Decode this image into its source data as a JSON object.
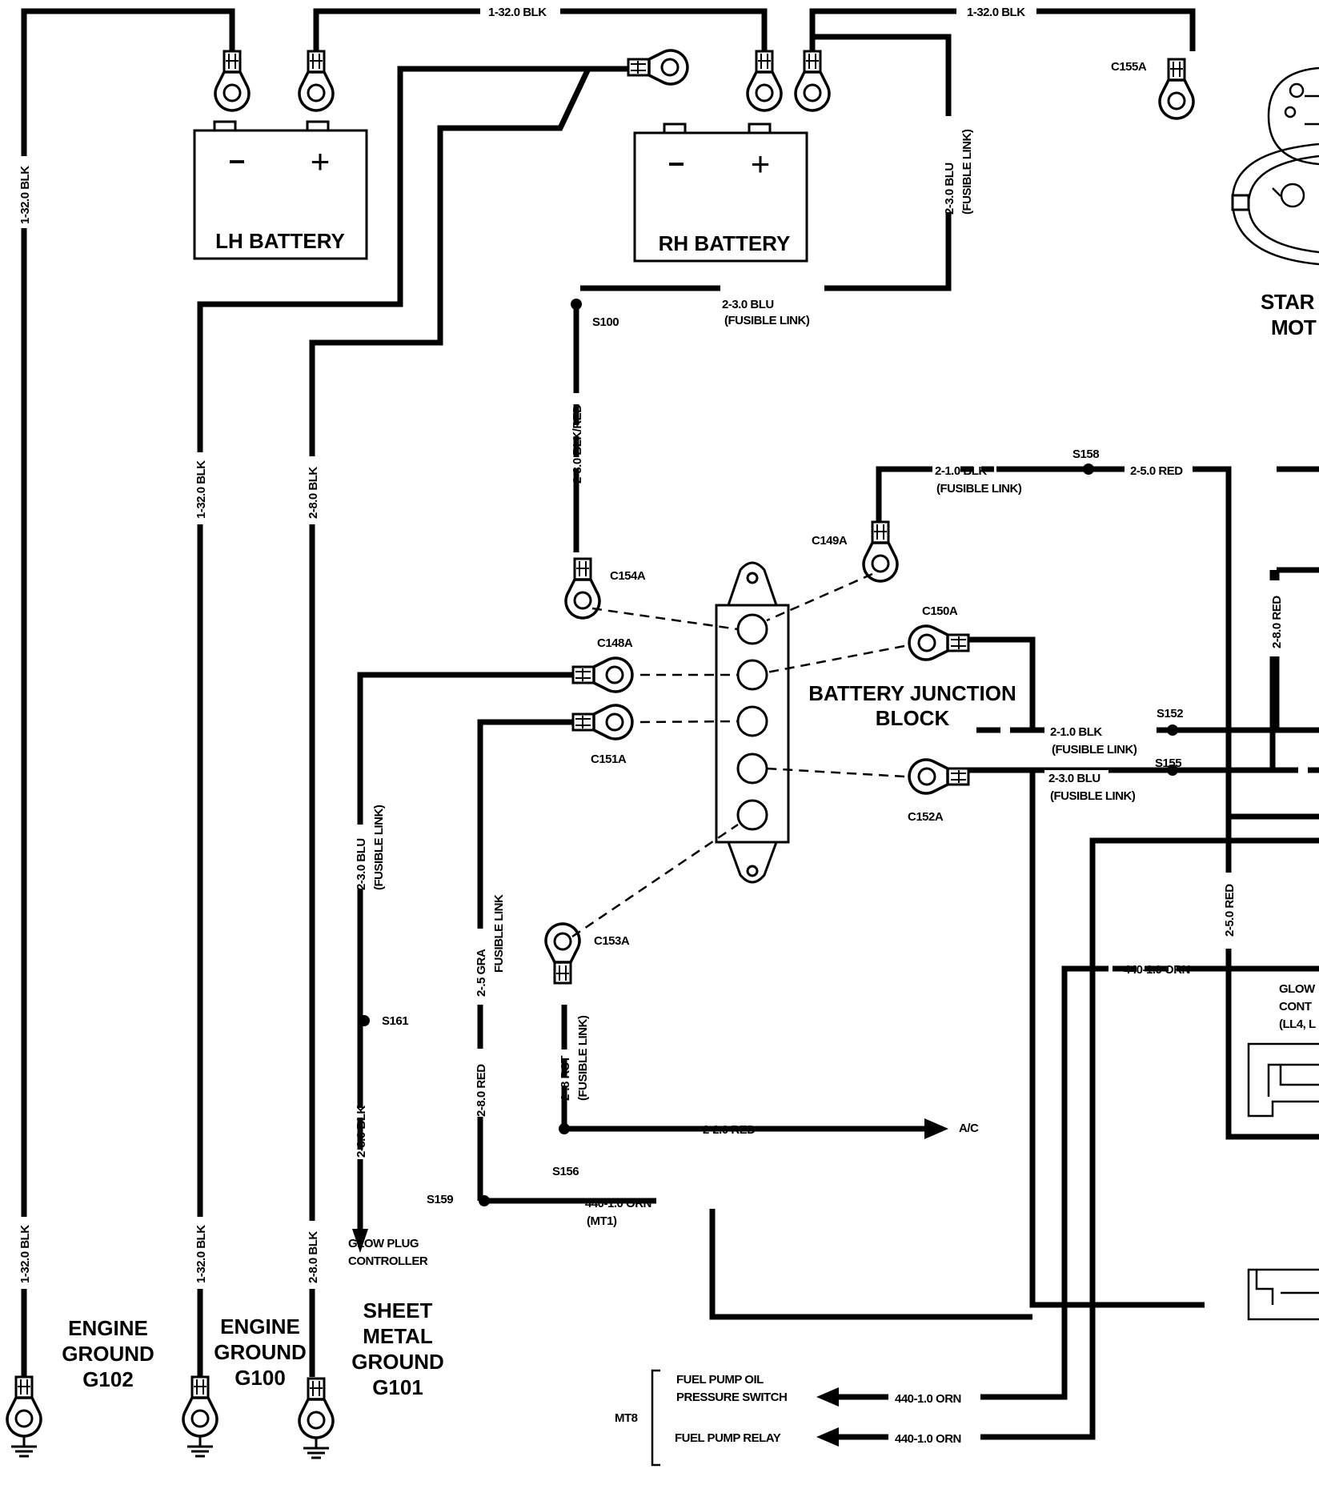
{
  "batteries": {
    "lh": {
      "name": "LH BATTERY",
      "neg": "−",
      "pos": "+"
    },
    "rh": {
      "name": "RH BATTERY",
      "neg": "−",
      "pos": "+"
    }
  },
  "junction_block": {
    "line1": "BATTERY JUNCTION",
    "line2": "BLOCK"
  },
  "starter": {
    "line1": "STAR",
    "line2": "MOT"
  },
  "grounds": {
    "g102": {
      "l1": "ENGINE",
      "l2": "GROUND",
      "l3": "G102"
    },
    "g100": {
      "l1": "ENGINE",
      "l2": "GROUND",
      "l3": "G100"
    },
    "g101": {
      "l1": "SHEET",
      "l2": "METAL",
      "l3": "GROUND",
      "l4": "G101"
    }
  },
  "glow_ctrl": {
    "l1": "GLOW",
    "l2": "CONT",
    "l3": "(LL4, L"
  },
  "wires": {
    "w_top_left": "1-32.0 BLK",
    "w_top_right": "1-32.0 BLK",
    "w_left_1": "1-32.0 BLK",
    "w_left_2": "1-32.0 BLK",
    "w_mid_1": "1-32.0 BLK",
    "w_mid_2": "1-32.0 BLK",
    "w_g101_1": "2-8.0 BLK",
    "w_g101_2": "2-8.0 BLK",
    "w_rh_blu": "2-3.0 BLU",
    "w_rh_blu_fl": "(FUSIBLE LINK)",
    "w_s100_blu": "2-3.0 BLU",
    "w_s100_blu_fl": "(FUSIBLE LINK)",
    "w_blkred": "2-8.0 BLK/RED",
    "w_c149_blk": "2-1.0 BLK",
    "w_c149_fl": "(FUSIBLE LINK)",
    "w_s158_red": "2-5.0 RED",
    "w_red_v1": "2-8.0 RED",
    "w_c150_blk": "2-1.0 BLK",
    "w_c150_fl": "(FUSIBLE LINK)",
    "w_c152_blu": "2-3.0 BLU",
    "w_c152_fl": "(FUSIBLE LINK)",
    "w_red_v2": "2-5.0 RED",
    "w_orn_right": "440-1.0 ORN",
    "w_c148_blu": "2-3.0 BLU",
    "w_c148_fl": "(FUSIBLE LINK)",
    "w_gpc_blk": "2-8.0 BLK",
    "w_gra": "2-.5 GRA",
    "w_gra_fl": "FUSIBLE LINK",
    "w_red_left": "2-8.0 RED",
    "w_rst": "2-.8 RST",
    "w_rst_fl": "(FUSIBLE LINK)",
    "w_ac_red": "2-2.0 RED",
    "w_orn_mt1": "440-1.0 ORN",
    "w_mt1": "(MT1)",
    "w_orn_fpo": "440-1.0 ORN",
    "w_orn_fpr": "440-1.0 ORN"
  },
  "connectors": {
    "c155a": "C155A",
    "c154a": "C154A",
    "c149a": "C149A",
    "c150a": "C150A",
    "c148a": "C148A",
    "c151a": "C151A",
    "c152a": "C152A",
    "c153a": "C153A"
  },
  "splices": {
    "s100": "S100",
    "s158_top": "S158",
    "s152": "S152",
    "s155": "S155",
    "s161": "S161",
    "s156": "S156",
    "s159": "S159"
  },
  "destinations": {
    "ac": "A/C",
    "gpc_l1": "GLOW PLUG",
    "gpc_l2": "CONTROLLER",
    "fpo_l1": "FUEL PUMP OIL",
    "fpo_l2": "PRESSURE SWITCH",
    "fpr": "FUEL PUMP RELAY",
    "mt8": "MT8"
  }
}
